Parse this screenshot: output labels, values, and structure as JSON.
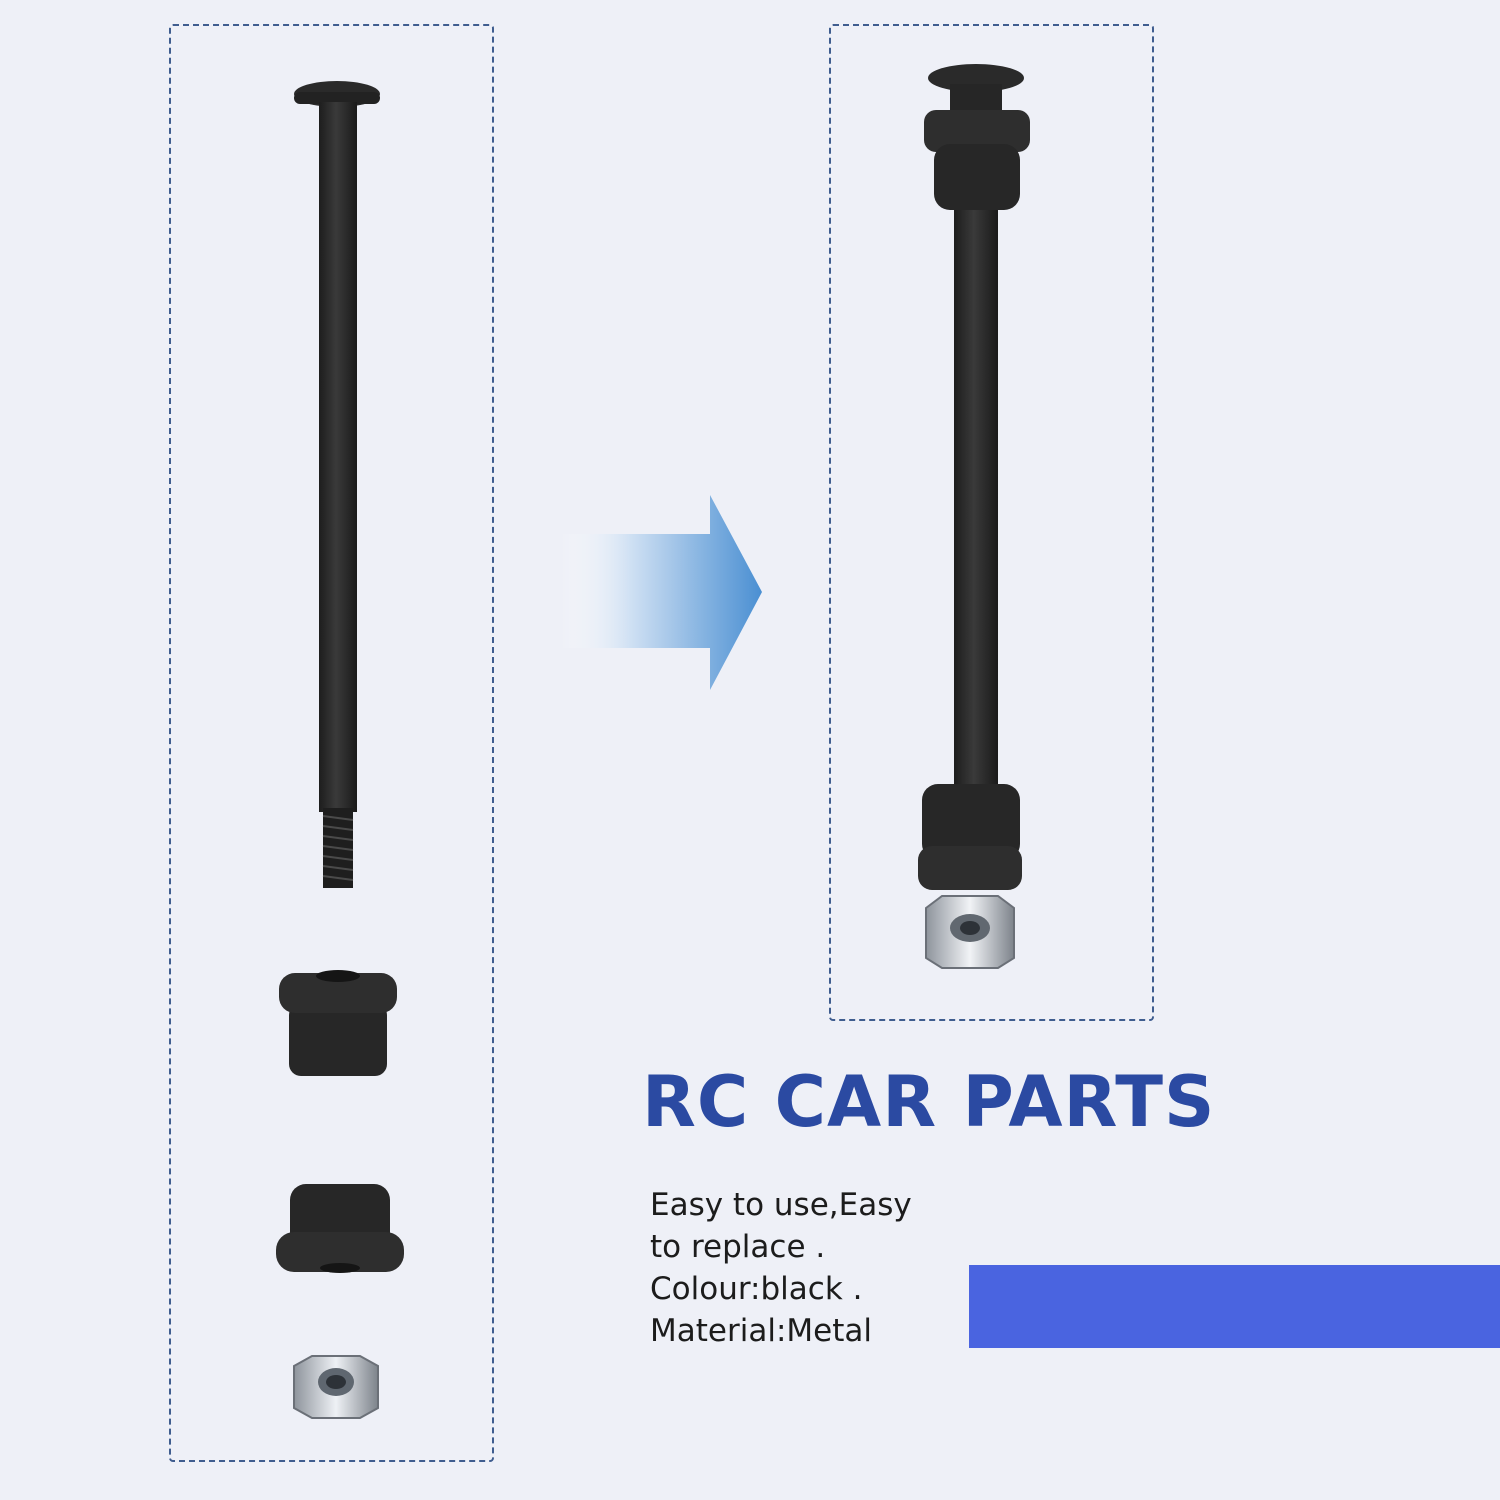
{
  "headline": "RC CAR PARTS",
  "description": [
    "Easy to use,Easy",
    "to replace .",
    "Colour:black .",
    "Material:Metal"
  ],
  "colors": {
    "background": "#eef0f7",
    "frame_border": "#3f5d8f",
    "headline": "#2b4aa2",
    "accent_bar": "#4a64e0",
    "arrow_start": "#ffffff",
    "arrow_end": "#4a8fd2",
    "parts": "#2a2a2a",
    "nut": "#c9ced6"
  },
  "icons": {
    "arrow": "right-arrow-icon",
    "pin": "hinge-pin-icon",
    "bushing": "bushing-icon",
    "nut": "lock-nut-icon"
  }
}
